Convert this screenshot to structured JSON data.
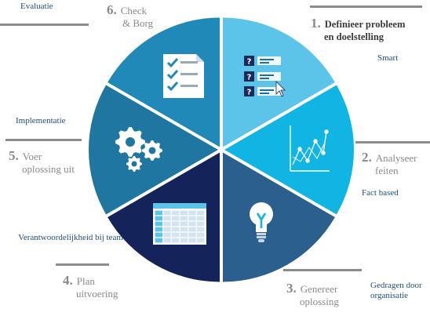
{
  "colors": {
    "seg1": "#5cc4e8",
    "seg2": "#10b5e3",
    "seg3": "#2a5f8e",
    "seg4": "#14245a",
    "seg5": "#1f76a0",
    "seg6": "#2089b8",
    "rule": "#8c8c8c",
    "side_text": "#1f4e79",
    "step_text": "#8a8a8a"
  },
  "steps": [
    {
      "num": "1.",
      "lines": [
        "Definieer probleem",
        "en doelstelling"
      ],
      "side": "Smart",
      "icon": "question-list-icon"
    },
    {
      "num": "2.",
      "lines": [
        "Analyseer",
        "feiten"
      ],
      "side": "Fact based",
      "icon": "line-chart-icon"
    },
    {
      "num": "3.",
      "lines": [
        "Genereer",
        "oplossing"
      ],
      "side": "Gedragen door organisatie",
      "icon": "lightbulb-icon"
    },
    {
      "num": "4.",
      "lines": [
        "Plan",
        "uitvoering"
      ],
      "side": "Verantwoordelijkheid bij team",
      "icon": "spreadsheet-icon"
    },
    {
      "num": "5.",
      "lines": [
        "Voer",
        "oplossing uit"
      ],
      "side": "Implementatie",
      "icon": "gears-icon"
    },
    {
      "num": "6.",
      "lines": [
        "Check",
        "& Borg"
      ],
      "side": "Evaluatie",
      "icon": "checklist-icon"
    }
  ]
}
